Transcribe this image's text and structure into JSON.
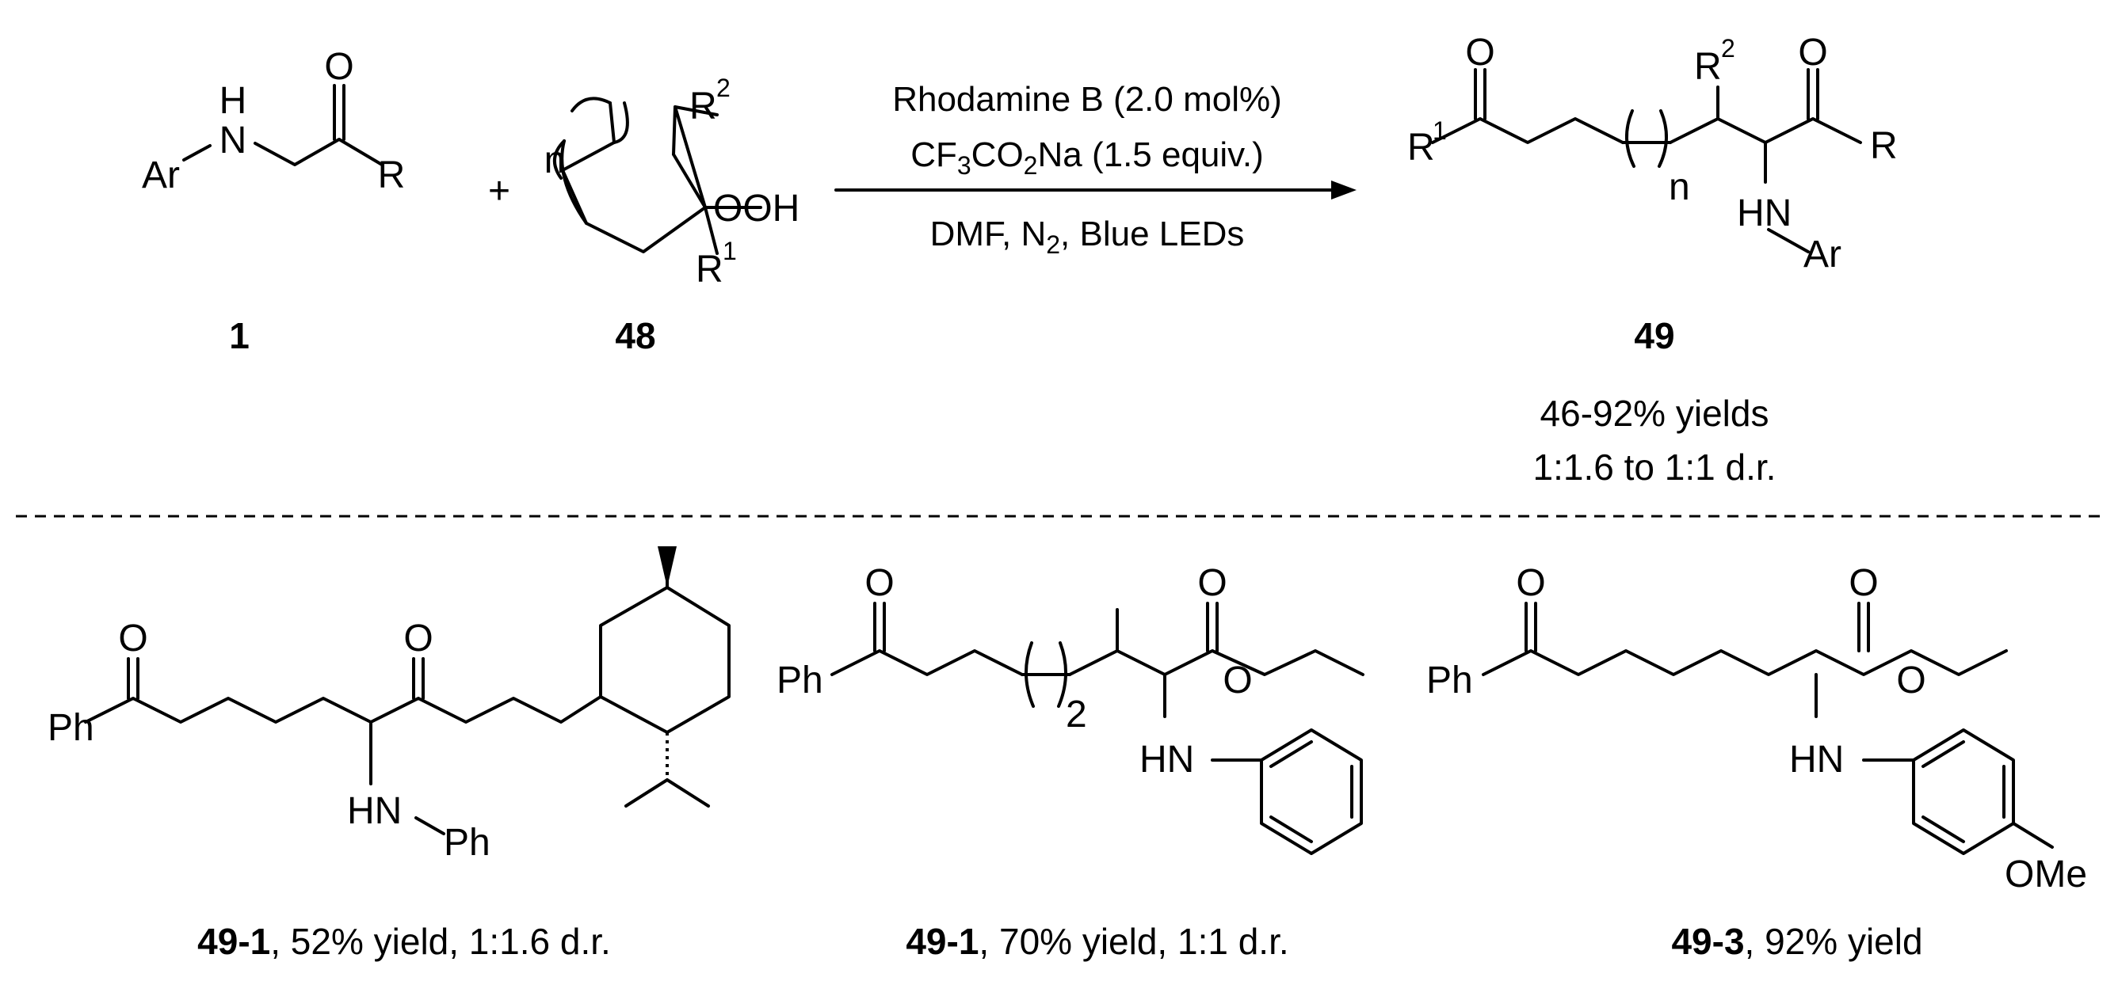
{
  "reaction": {
    "plus": "+",
    "conditions": {
      "line1": "Rhodamine B (2.0 mol%)",
      "line2_a": "CF",
      "line2_b": "3",
      "line2_c": "CO",
      "line2_d": "2",
      "line2_e": "Na (1.5 equiv.)",
      "line3_a": "DMF,  N",
      "line3_b": "2",
      "line3_c": ", Blue LEDs"
    },
    "reactant1": {
      "id": "1",
      "labels": {
        "H": "H",
        "N": "N",
        "Ar": "Ar",
        "O": "O",
        "R": "R"
      }
    },
    "reactant2": {
      "id": "48",
      "labels": {
        "n": "n",
        "R": "R",
        "sup2": "2",
        "sup1": "1",
        "OOH": "OOH"
      }
    },
    "product": {
      "id": "49",
      "yields": "46-92% yields",
      "dr": "1:1.6 to 1:1 d.r.",
      "labels": {
        "O": "O",
        "R": "R",
        "sup1": "1",
        "sup2": "2",
        "n": "n",
        "HN": "HN",
        "Ar": "Ar"
      }
    }
  },
  "examples": [
    {
      "id": "49-1",
      "caption": ", 52% yield, 1:1.6 d.r.",
      "labels": {
        "O": "O",
        "Ph": "Ph",
        "HN": "HN"
      }
    },
    {
      "id": "49-1",
      "caption": ", 70% yield, 1:1 d.r.",
      "labels": {
        "O": "O",
        "Ph": "Ph",
        "HN": "HN",
        "sub2": "2"
      }
    },
    {
      "id": "49-3",
      "caption": ", 92% yield",
      "labels": {
        "O": "O",
        "Ph": "Ph",
        "HN": "HN",
        "OMe": "OMe"
      }
    }
  ]
}
